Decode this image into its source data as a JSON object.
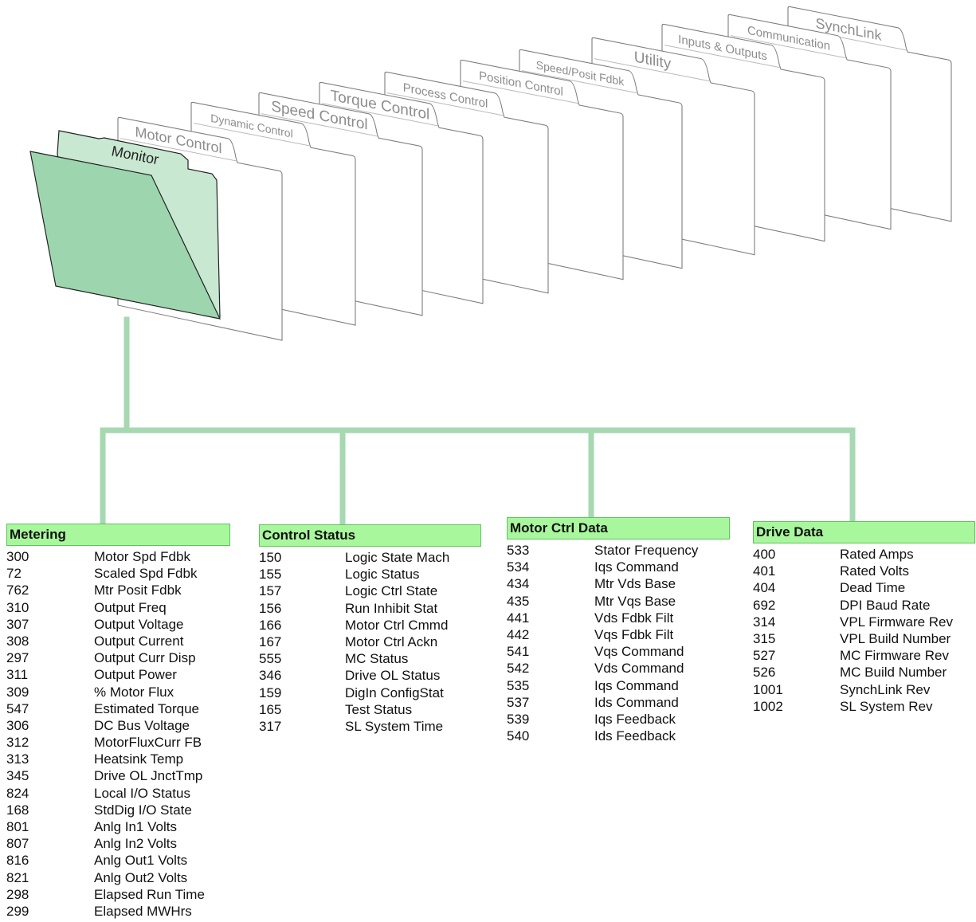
{
  "folders": [
    {
      "label": "Monitor"
    },
    {
      "label": "Motor Control"
    },
    {
      "label": "Dynamic Control"
    },
    {
      "label": "Speed Control"
    },
    {
      "label": "Torque Control"
    },
    {
      "label": "Process Control"
    },
    {
      "label": "Position Control"
    },
    {
      "label": "Speed/Posit Fdbk"
    },
    {
      "label": "Utility"
    },
    {
      "label": "Inputs & Outputs"
    },
    {
      "label": "Communication"
    },
    {
      "label": "SynchLink"
    }
  ],
  "colors": {
    "folder_front": "#9dd6ae",
    "folder_tab": "#c9e8d2",
    "connector": "#a6d8b1",
    "header_fill": "#a9f79d",
    "header_border": "#5cc45a",
    "ghost_stroke": "#7e7e7e"
  },
  "groups": [
    {
      "title": "Metering",
      "params": [
        {
          "num": "300",
          "name": "Motor Spd Fdbk"
        },
        {
          "num": "72",
          "name": "Scaled Spd Fdbk"
        },
        {
          "num": "762",
          "name": "Mtr Posit Fdbk"
        },
        {
          "num": "310",
          "name": "Output Freq"
        },
        {
          "num": "307",
          "name": "Output Voltage"
        },
        {
          "num": "308",
          "name": "Output Current"
        },
        {
          "num": "297",
          "name": "Output Curr Disp"
        },
        {
          "num": "311",
          "name": "Output Power"
        },
        {
          "num": "309",
          "name": "% Motor Flux"
        },
        {
          "num": "547",
          "name": "Estimated Torque"
        },
        {
          "num": "306",
          "name": "DC Bus Voltage"
        },
        {
          "num": "312",
          "name": "MotorFluxCurr FB"
        },
        {
          "num": "313",
          "name": "Heatsink Temp"
        },
        {
          "num": "345",
          "name": "Drive OL JnctTmp"
        },
        {
          "num": "824",
          "name": "Local I/O Status"
        },
        {
          "num": "168",
          "name": "StdDig I/O State"
        },
        {
          "num": "801",
          "name": "Anlg In1 Volts"
        },
        {
          "num": "807",
          "name": "Anlg In2 Volts"
        },
        {
          "num": "816",
          "name": "Anlg Out1 Volts"
        },
        {
          "num": "821",
          "name": "Anlg Out2 Volts"
        },
        {
          "num": "298",
          "name": "Elapsed Run Time"
        },
        {
          "num": "299",
          "name": "Elapsed MWHrs"
        }
      ]
    },
    {
      "title": "Control Status",
      "params": [
        {
          "num": "150",
          "name": "Logic State Mach"
        },
        {
          "num": "155",
          "name": "Logic Status"
        },
        {
          "num": "157",
          "name": "Logic Ctrl State"
        },
        {
          "num": "156",
          "name": "Run Inhibit Stat"
        },
        {
          "num": "166",
          "name": "Motor Ctrl Cmmd"
        },
        {
          "num": "167",
          "name": "Motor Ctrl Ackn"
        },
        {
          "num": "555",
          "name": "MC Status"
        },
        {
          "num": "346",
          "name": "Drive OL Status"
        },
        {
          "num": "159",
          "name": "DigIn ConfigStat"
        },
        {
          "num": "165",
          "name": "Test Status"
        },
        {
          "num": "317",
          "name": "SL System Time"
        }
      ]
    },
    {
      "title": "Motor Ctrl Data",
      "params": [
        {
          "num": "533",
          "name": "Stator Frequency"
        },
        {
          "num": "534",
          "name": "Iqs Command"
        },
        {
          "num": "434",
          "name": "Mtr Vds Base"
        },
        {
          "num": "435",
          "name": "Mtr Vqs Base"
        },
        {
          "num": "441",
          "name": "Vds Fdbk Filt"
        },
        {
          "num": "442",
          "name": "Vqs Fdbk Filt"
        },
        {
          "num": "541",
          "name": "Vqs Command"
        },
        {
          "num": "542",
          "name": "Vds Command"
        },
        {
          "num": "535",
          "name": "Iqs Command"
        },
        {
          "num": "537",
          "name": "Ids Command"
        },
        {
          "num": "539",
          "name": "Iqs Feedback"
        },
        {
          "num": "540",
          "name": "Ids Feedback"
        }
      ]
    },
    {
      "title": "Drive Data",
      "params": [
        {
          "num": "400",
          "name": "Rated Amps"
        },
        {
          "num": "401",
          "name": "Rated Volts"
        },
        {
          "num": "404",
          "name": "Dead Time"
        },
        {
          "num": "692",
          "name": "DPI Baud Rate"
        },
        {
          "num": "314",
          "name": "VPL Firmware Rev"
        },
        {
          "num": "315",
          "name": "VPL Build Number"
        },
        {
          "num": "527",
          "name": "MC Firmware Rev"
        },
        {
          "num": "526",
          "name": "MC Build Number"
        },
        {
          "num": "1001",
          "name": "SynchLink Rev"
        },
        {
          "num": "1002",
          "name": "SL System Rev"
        }
      ]
    }
  ]
}
